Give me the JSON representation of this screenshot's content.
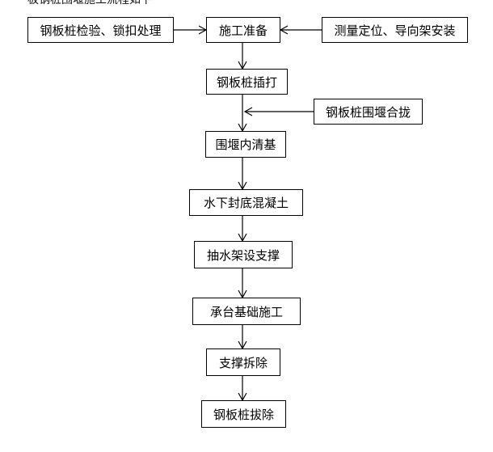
{
  "header": {
    "partial_text": "板钢桩围堰施工流程如下"
  },
  "flowchart": {
    "side_inputs": {
      "inspection": "钢板桩检验、锁扣处理",
      "survey": "测量定位、导向架安装",
      "closure": "钢板桩围堰合拢"
    },
    "steps": [
      "施工准备",
      "钢板桩插打",
      "围堰内清基",
      "水下封底混凝土",
      "抽水架设支撑",
      "承台基础施工",
      "支撑拆除",
      "钢板桩拔除"
    ]
  }
}
